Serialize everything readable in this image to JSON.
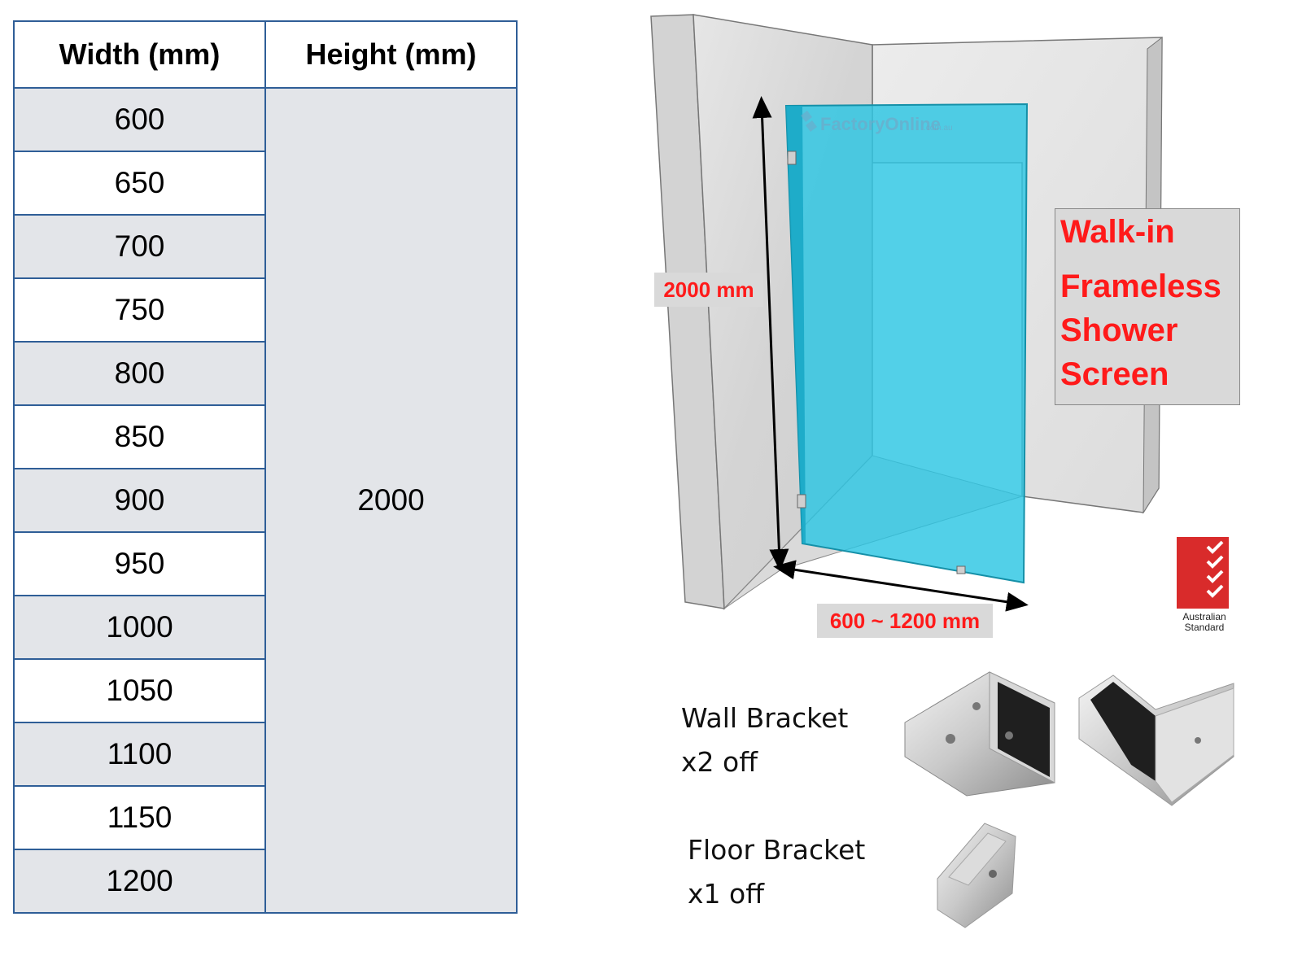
{
  "table": {
    "headers": [
      "Width (mm)",
      "Height (mm)"
    ],
    "widths": [
      "600",
      "650",
      "700",
      "750",
      "800",
      "850",
      "900",
      "950",
      "1000",
      "1050",
      "1100",
      "1150",
      "1200"
    ],
    "height": "2000"
  },
  "diagram": {
    "height_label": "2000 mm",
    "width_label": "600 ~ 1200 mm",
    "watermark": "FactoryOnline",
    "watermark_suffix": ".com.au",
    "title_lines": [
      "Walk-in",
      "Frameless",
      "Shower",
      "Screen"
    ],
    "standard_label": [
      "Australian",
      "Standard"
    ]
  },
  "parts": [
    {
      "name": "Wall Bracket",
      "qty": "x2 off"
    },
    {
      "name": "Floor Bracket",
      "qty": "x1 off"
    }
  ],
  "colors": {
    "table_border": "#2f5e97",
    "row_shade": "#e3e5e9",
    "accent_red": "#ff1a1a",
    "glass": "#2cc6e3",
    "badge_bg": "#d9d9d9"
  }
}
